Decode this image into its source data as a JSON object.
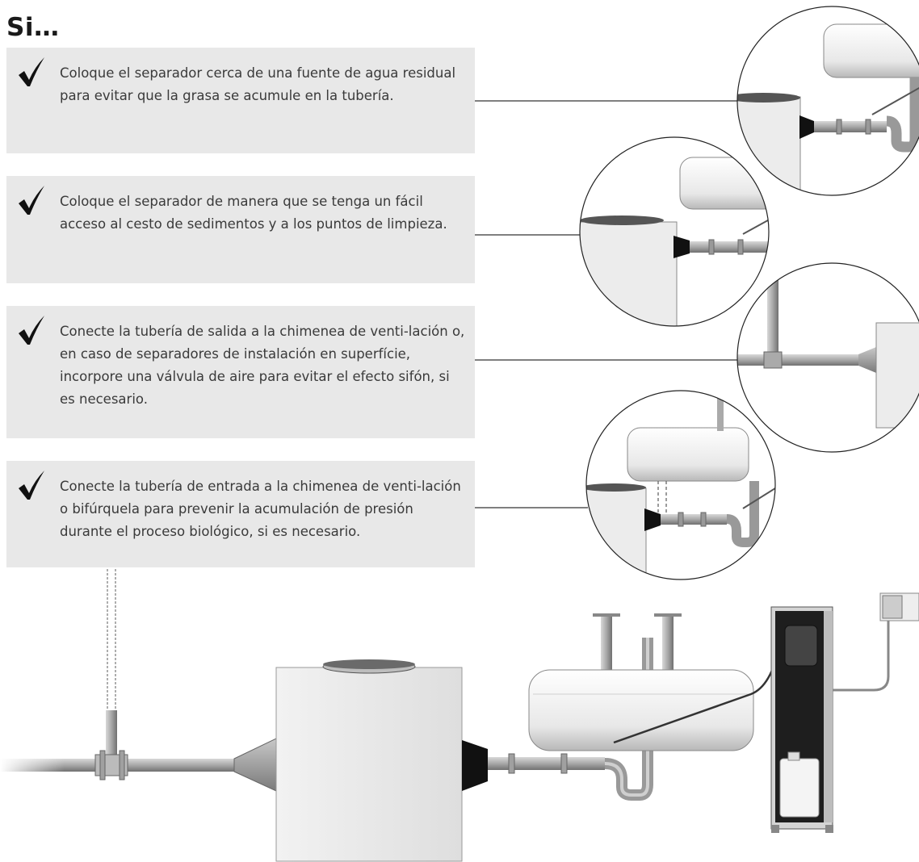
{
  "title": "Si…",
  "tips": [
    {
      "text": "Coloque el separador cerca de una fuente de agua residual para evitar que la grasa se acumule en la tubería."
    },
    {
      "text": "Coloque el separador de manera que se tenga un fácil acceso al cesto de sedimentos y a los puntos de limpieza."
    },
    {
      "text": "Conecte la tubería de salida a la chimenea de venti-lación o, en caso de separadores de instalación en superfície, incorpore una válvula de aire para evitar el efecto sifón, si es necesario."
    },
    {
      "text": "Conecte la tubería de entrada a la chimenea de venti-lación o bifúrquela para prevenir la acumulación de presión durante el proceso biológico, si es necesario."
    }
  ],
  "icons": {
    "check": "checkmark-icon"
  },
  "colors": {
    "box_bg": "#e8e8e8",
    "check": "#111111",
    "pipe": "#9a9a9a"
  }
}
